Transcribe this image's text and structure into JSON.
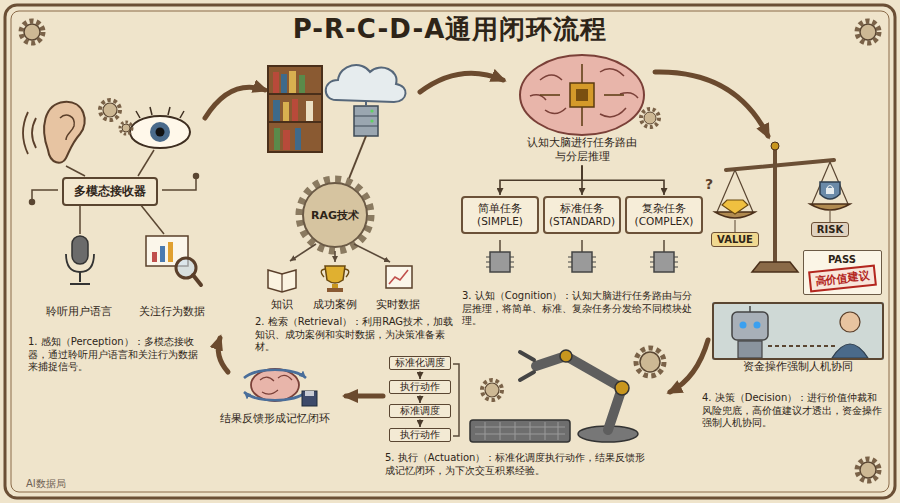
{
  "diagram": {
    "title": "P-R-C-D-A通用闭环流程",
    "nodes": [
      {
        "text": [
          "多模态接收器"
        ]
      },
      {
        "text": [
          "RAG技术"
        ]
      },
      {
        "text": [
          "认知大脑进行任务路由与分层推理"
        ]
      },
      {
        "text": [
          "简单任务 (SIMPLE)"
        ]
      },
      {
        "text": [
          "标准任务 (STANDARD)"
        ]
      },
      {
        "text": [
          "复杂任务 (COMPLEX)"
        ]
      },
      {
        "text": [
          "VALUE"
        ]
      },
      {
        "text": [
          "RISK"
        ]
      },
      {
        "text": [
          "PASS"
        ]
      },
      {
        "text": [
          "高价值建议"
        ],
        "in": 8
      },
      {
        "text": [
          "资金操作强制人机协同"
        ]
      },
      {
        "text": [
          "标准化调度"
        ]
      },
      {
        "text": [
          "执行动作"
        ]
      },
      {
        "text": [
          "标准调度"
        ]
      },
      {
        "text": [
          "执行动作"
        ]
      },
      {
        "text": [
          "结果反馈形成记忆闭环"
        ]
      }
    ],
    "edges": [
      {
        "from": 2,
        "to": 3,
        "arrow": "to"
      },
      {
        "from": 2,
        "to": 4,
        "arrow": "to"
      },
      {
        "from": 2,
        "to": 5,
        "arrow": "to"
      },
      {
        "from": 11,
        "to": 12,
        "arrow": "to"
      },
      {
        "from": 12,
        "to": 13,
        "arrow": "to"
      },
      {
        "from": 13,
        "to": 14,
        "arrow": "to"
      }
    ],
    "labels": [
      "聆听用户语言",
      "关注行为数据",
      "1. 感知（Perception）：多模态接收器，通过聆听用户语言和关注行为数据来捕捉信号。",
      "知识",
      "成功案例",
      "实时数据",
      "2. 检索（Retrieval）：利用RAG技术，加载知识、成功案例和实时数据，为决策准备素材。",
      "3. 认知（Cognition）：认知大脑进行任务路由与分层推理，将简单、标准、复杂任务分发给不同模块处理。",
      "?",
      "4. 决策（Decision）：进行价值仲裁和风险兜底，高价值建议才透出，资金操作强制人机协同。",
      "5. 执行（Actuation）：标准化调度执行动作，结果反馈形成记忆闭环，为下次交互积累经验。",
      "AI数据局"
    ]
  }
}
